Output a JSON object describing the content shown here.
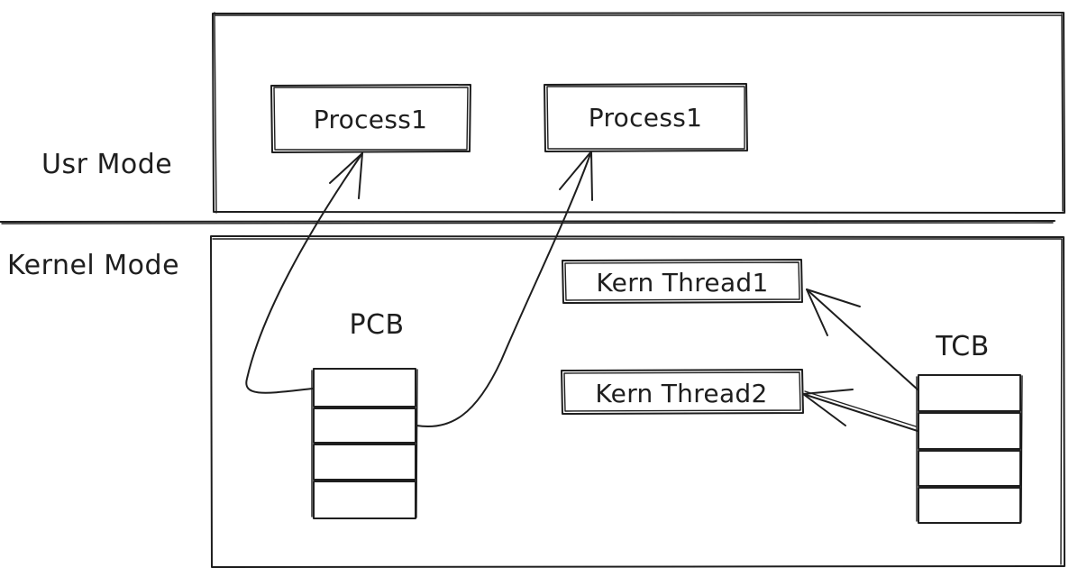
{
  "labels": {
    "user_mode": "Usr Mode",
    "kernel_mode": "Kernel Mode",
    "pcb": "PCB",
    "tcb": "TCB"
  },
  "processes": [
    {
      "label": "Process1"
    },
    {
      "label": "Process1"
    }
  ],
  "kernel_threads": [
    {
      "label": "Kern Thread1"
    },
    {
      "label": "Kern Thread2"
    }
  ],
  "pcb_slots": 4,
  "tcb_slots": 4,
  "colors": {
    "stroke": "#1e1e1e",
    "background": "#ffffff"
  }
}
